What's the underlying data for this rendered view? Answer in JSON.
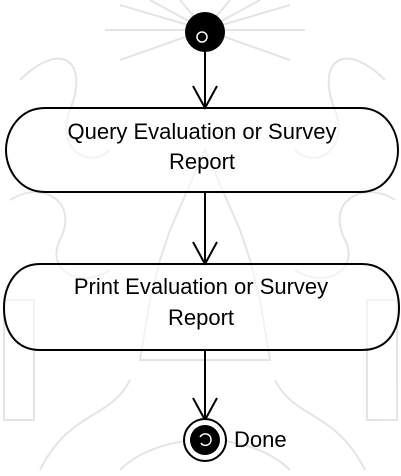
{
  "diagram": {
    "activities": [
      {
        "line1": "Query Evaluation or Survey",
        "line2": "Report"
      },
      {
        "line1": "Print Evaluation or Survey",
        "line2": "Report"
      }
    ],
    "final_label": "Done"
  },
  "colors": {
    "line": "#000000",
    "node_fill": "#ffffff",
    "watermark": "#c9c9c9"
  }
}
